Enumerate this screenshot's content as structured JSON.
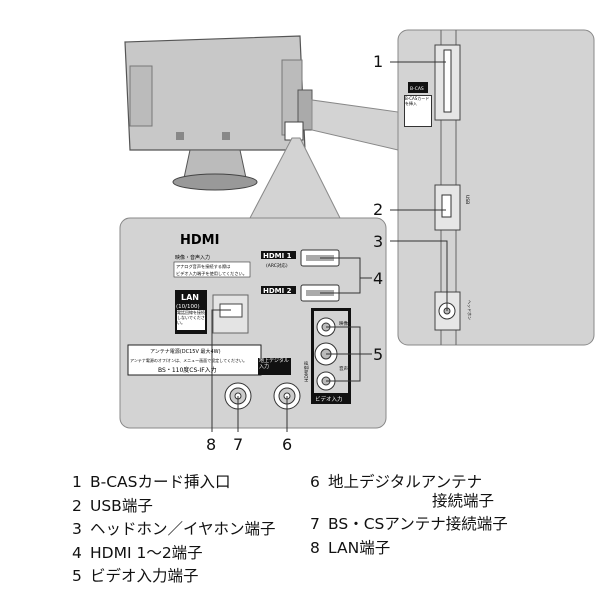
{
  "panel": {
    "hdmi_logo": "HDMI",
    "av_title": "映像・音声入力",
    "av_note_1": "アナログ音声を接続する際は",
    "av_note_2": "ビデオ入力端子を使用してください。",
    "hdmi1": "HDMI 1",
    "hdmi1_sub": "(ARC対応)",
    "hdmi2": "HDMI 2",
    "lan": "LAN",
    "lan_speed": "(10/100)",
    "lan_note": "電話回線を接続しないでください。",
    "antenna_power": "アンテナ電源(DC15V 最大4W)",
    "antenna_note": "アンテナ電源のオフ/オンは、メニュー画面で設定してください。",
    "bs_input": "BS・110度CS-IF入力",
    "terrestrial": "地上デジタル入力",
    "video_input": "ビデオ入力",
    "video_label": "映像",
    "audio_label": "音声",
    "hdmi_audio": "HDMI音声"
  },
  "side": {
    "bcas_button": "B-CAS",
    "bcas_note": "B-CASカードを挿入",
    "usb": "USB",
    "headphone": "ヘッドホン"
  },
  "callouts": [
    "1",
    "2",
    "3",
    "4",
    "5",
    "6",
    "7",
    "8"
  ],
  "legend": [
    {
      "num": "1",
      "text": "B-CASカード挿入口"
    },
    {
      "num": "2",
      "text": "USB端子"
    },
    {
      "num": "3",
      "text": "ヘッドホン／イヤホン端子"
    },
    {
      "num": "4",
      "text": "HDMI 1〜2端子"
    },
    {
      "num": "5",
      "text": "ビデオ入力端子"
    },
    {
      "num": "6",
      "text": "地上デジタルアンテナ",
      "text2": "接続端子"
    },
    {
      "num": "7",
      "text": "BS・CSアンテナ接続端子"
    },
    {
      "num": "8",
      "text": "LAN端子"
    }
  ]
}
